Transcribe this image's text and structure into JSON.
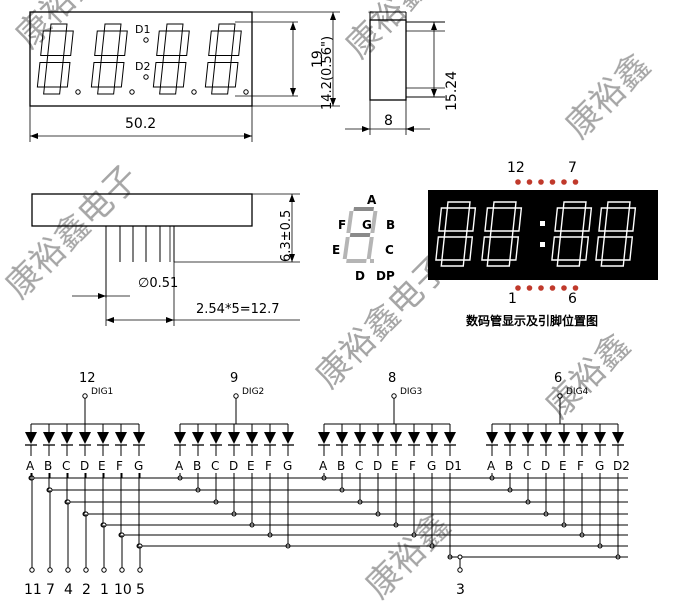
{
  "dimensions": {
    "width": "50.2",
    "height": "19",
    "digit_height": "14.2(0.56\")",
    "depth": "8",
    "pin_length": "15.24",
    "pin_offset": "6.3±0.5",
    "pin_diameter": "∅0.51",
    "pin_pitch": "2.54*5=12.7"
  },
  "dot_labels": {
    "d1": "D1",
    "d2": "D2"
  },
  "segment_labels": {
    "a": "A",
    "b": "B",
    "c": "C",
    "d": "D",
    "e": "E",
    "f": "F",
    "g": "G",
    "dp": "DP"
  },
  "pinout": {
    "top_left": "12",
    "top_right": "7",
    "bottom_left": "1",
    "bottom_right": "6",
    "caption": "数码管显示及引脚位置图"
  },
  "circuit": {
    "digits": [
      {
        "pin": "12",
        "label": "DIG1",
        "segments": [
          "A",
          "B",
          "C",
          "D",
          "E",
          "F",
          "G"
        ]
      },
      {
        "pin": "9",
        "label": "DIG2",
        "segments": [
          "A",
          "B",
          "C",
          "D",
          "E",
          "F",
          "G"
        ]
      },
      {
        "pin": "8",
        "label": "DIG3",
        "segments": [
          "A",
          "B",
          "C",
          "D",
          "E",
          "F",
          "G",
          "D1"
        ]
      },
      {
        "pin": "6",
        "label": "DIG4",
        "segments": [
          "A",
          "B",
          "C",
          "D",
          "E",
          "F",
          "G",
          "D2"
        ]
      }
    ],
    "bottom_pins": [
      "11",
      "7",
      "4",
      "2",
      "1",
      "10",
      "5"
    ],
    "dot_pin": "3"
  },
  "watermark": "康裕鑫电子",
  "colors": {
    "line": "#000000",
    "panel": "#000000",
    "segment": "#ffffff",
    "pin_dot": "#c0392b",
    "watermark": "#c9d3e3"
  }
}
